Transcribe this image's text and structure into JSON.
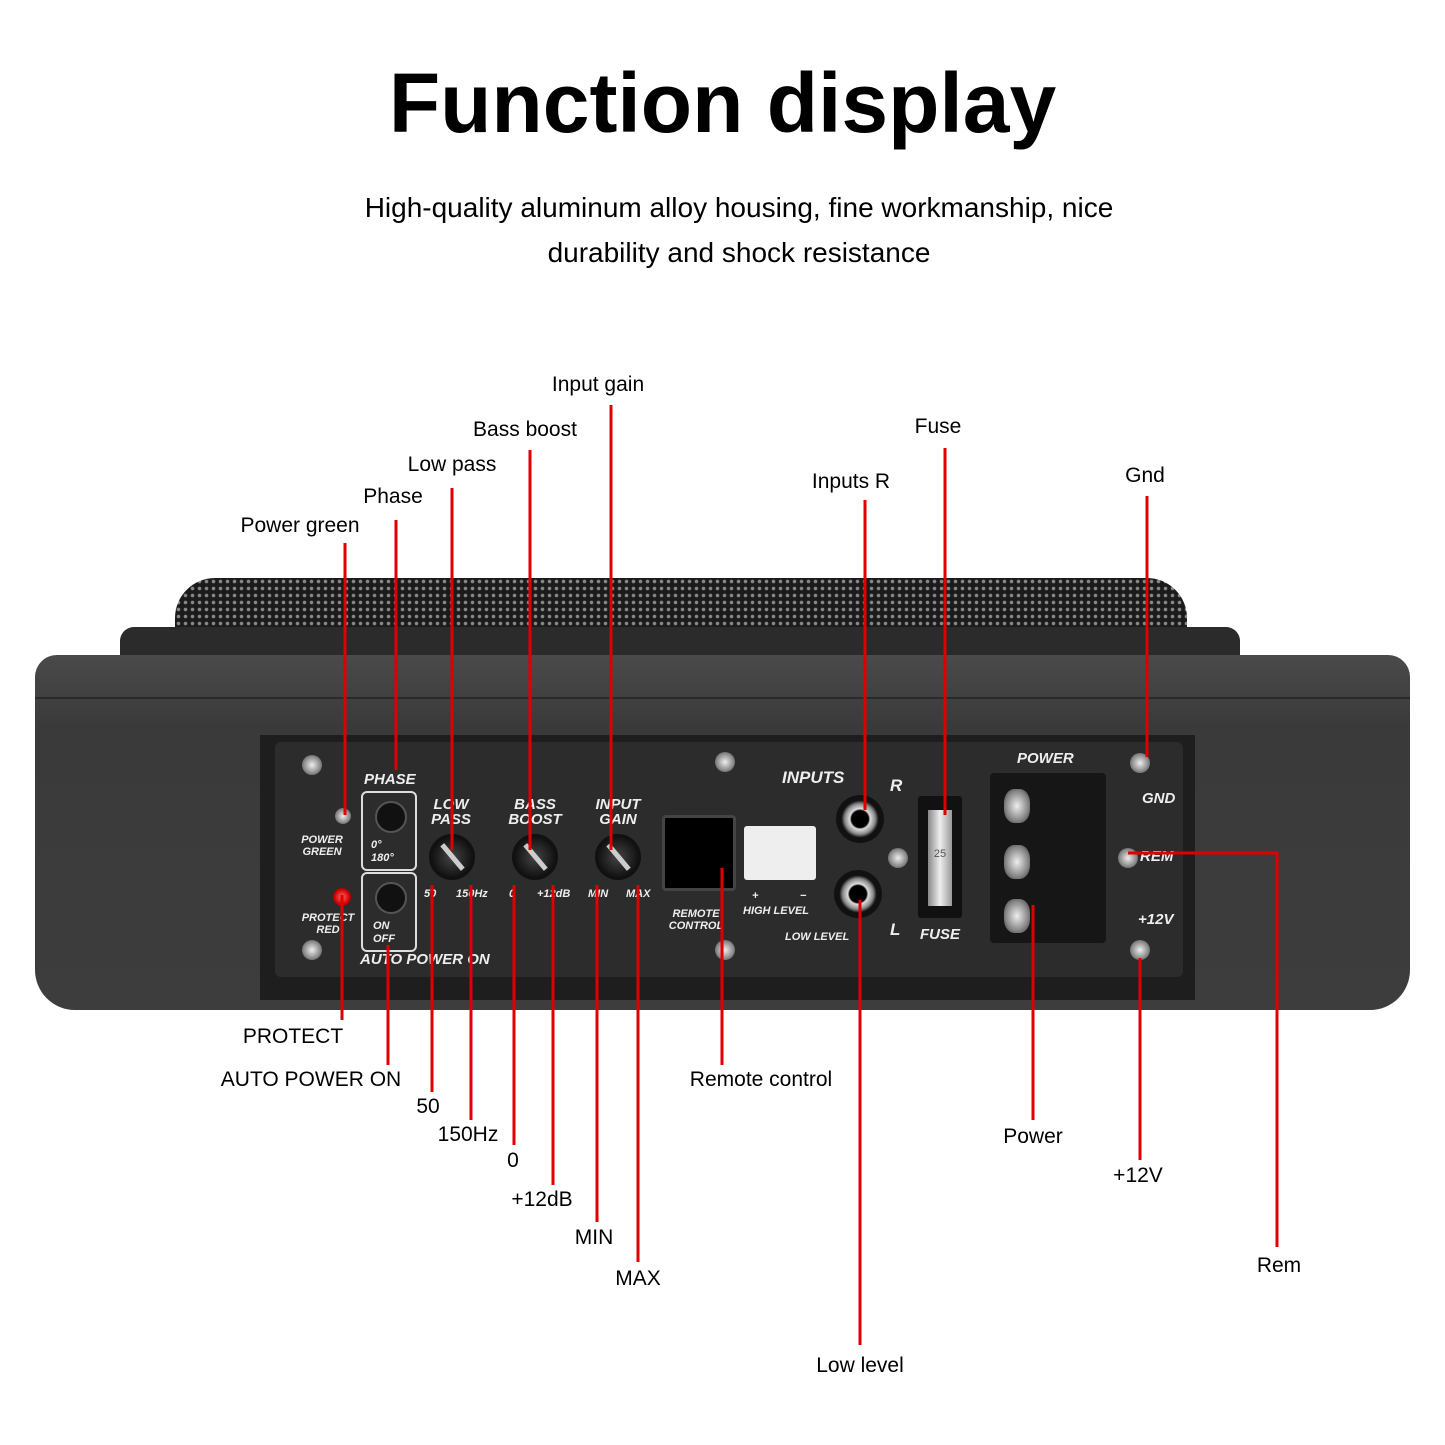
{
  "header": {
    "title": "Function display",
    "subtitle_line1": "High-quality aluminum alloy housing, fine workmanship, nice",
    "subtitle_line2": "durability and shock resistance"
  },
  "panel": {
    "phase": "PHASE",
    "phase_0": "0°",
    "phase_180": "180°",
    "power_green": "POWER GREEN",
    "protect_red": "PROTECT RED",
    "auto_on": "ON",
    "auto_off": "OFF",
    "auto_power_on": "AUTO POWER ON",
    "low_pass": "LOW PASS",
    "bass_boost": "BASS BOOST",
    "input_gain": "INPUT GAIN",
    "lp_min": "50",
    "lp_max": "150Hz",
    "bb_min": "0",
    "bb_max": "+12dB",
    "ig_min": "MIN",
    "ig_max": "MAX",
    "remote_control": "REMOTE CONTROL",
    "inputs": "INPUTS",
    "r": "R",
    "l": "L",
    "high_level": "HIGH LEVEL",
    "high_plus": "+",
    "high_minus": "−",
    "low_level": "LOW LEVEL",
    "fuse": "FUSE",
    "fuse_rating": "25",
    "power": "POWER",
    "gnd": "GND",
    "rem": "REM",
    "v12": "+12V"
  },
  "callouts": {
    "input_gain": "Input gain",
    "bass_boost": "Bass boost",
    "low_pass": "Low pass",
    "phase": "Phase",
    "power_green": "Power green",
    "inputs_r": "Inputs R",
    "fuse": "Fuse",
    "gnd": "Gnd",
    "protect": "PROTECT",
    "auto_power_on": "AUTO POWER ON",
    "lp_50": "50",
    "lp_150": "150Hz",
    "bb_0": "0",
    "bb_12": "+12dB",
    "ig_min": "MIN",
    "ig_max": "MAX",
    "remote_control": "Remote control",
    "low_level": "Low level",
    "power": "Power",
    "v12": "+12V",
    "rem": "Rem"
  },
  "colors": {
    "callout_line": "#e00000",
    "panel": "#2c2c2c",
    "housing": "#3d3d3d"
  }
}
